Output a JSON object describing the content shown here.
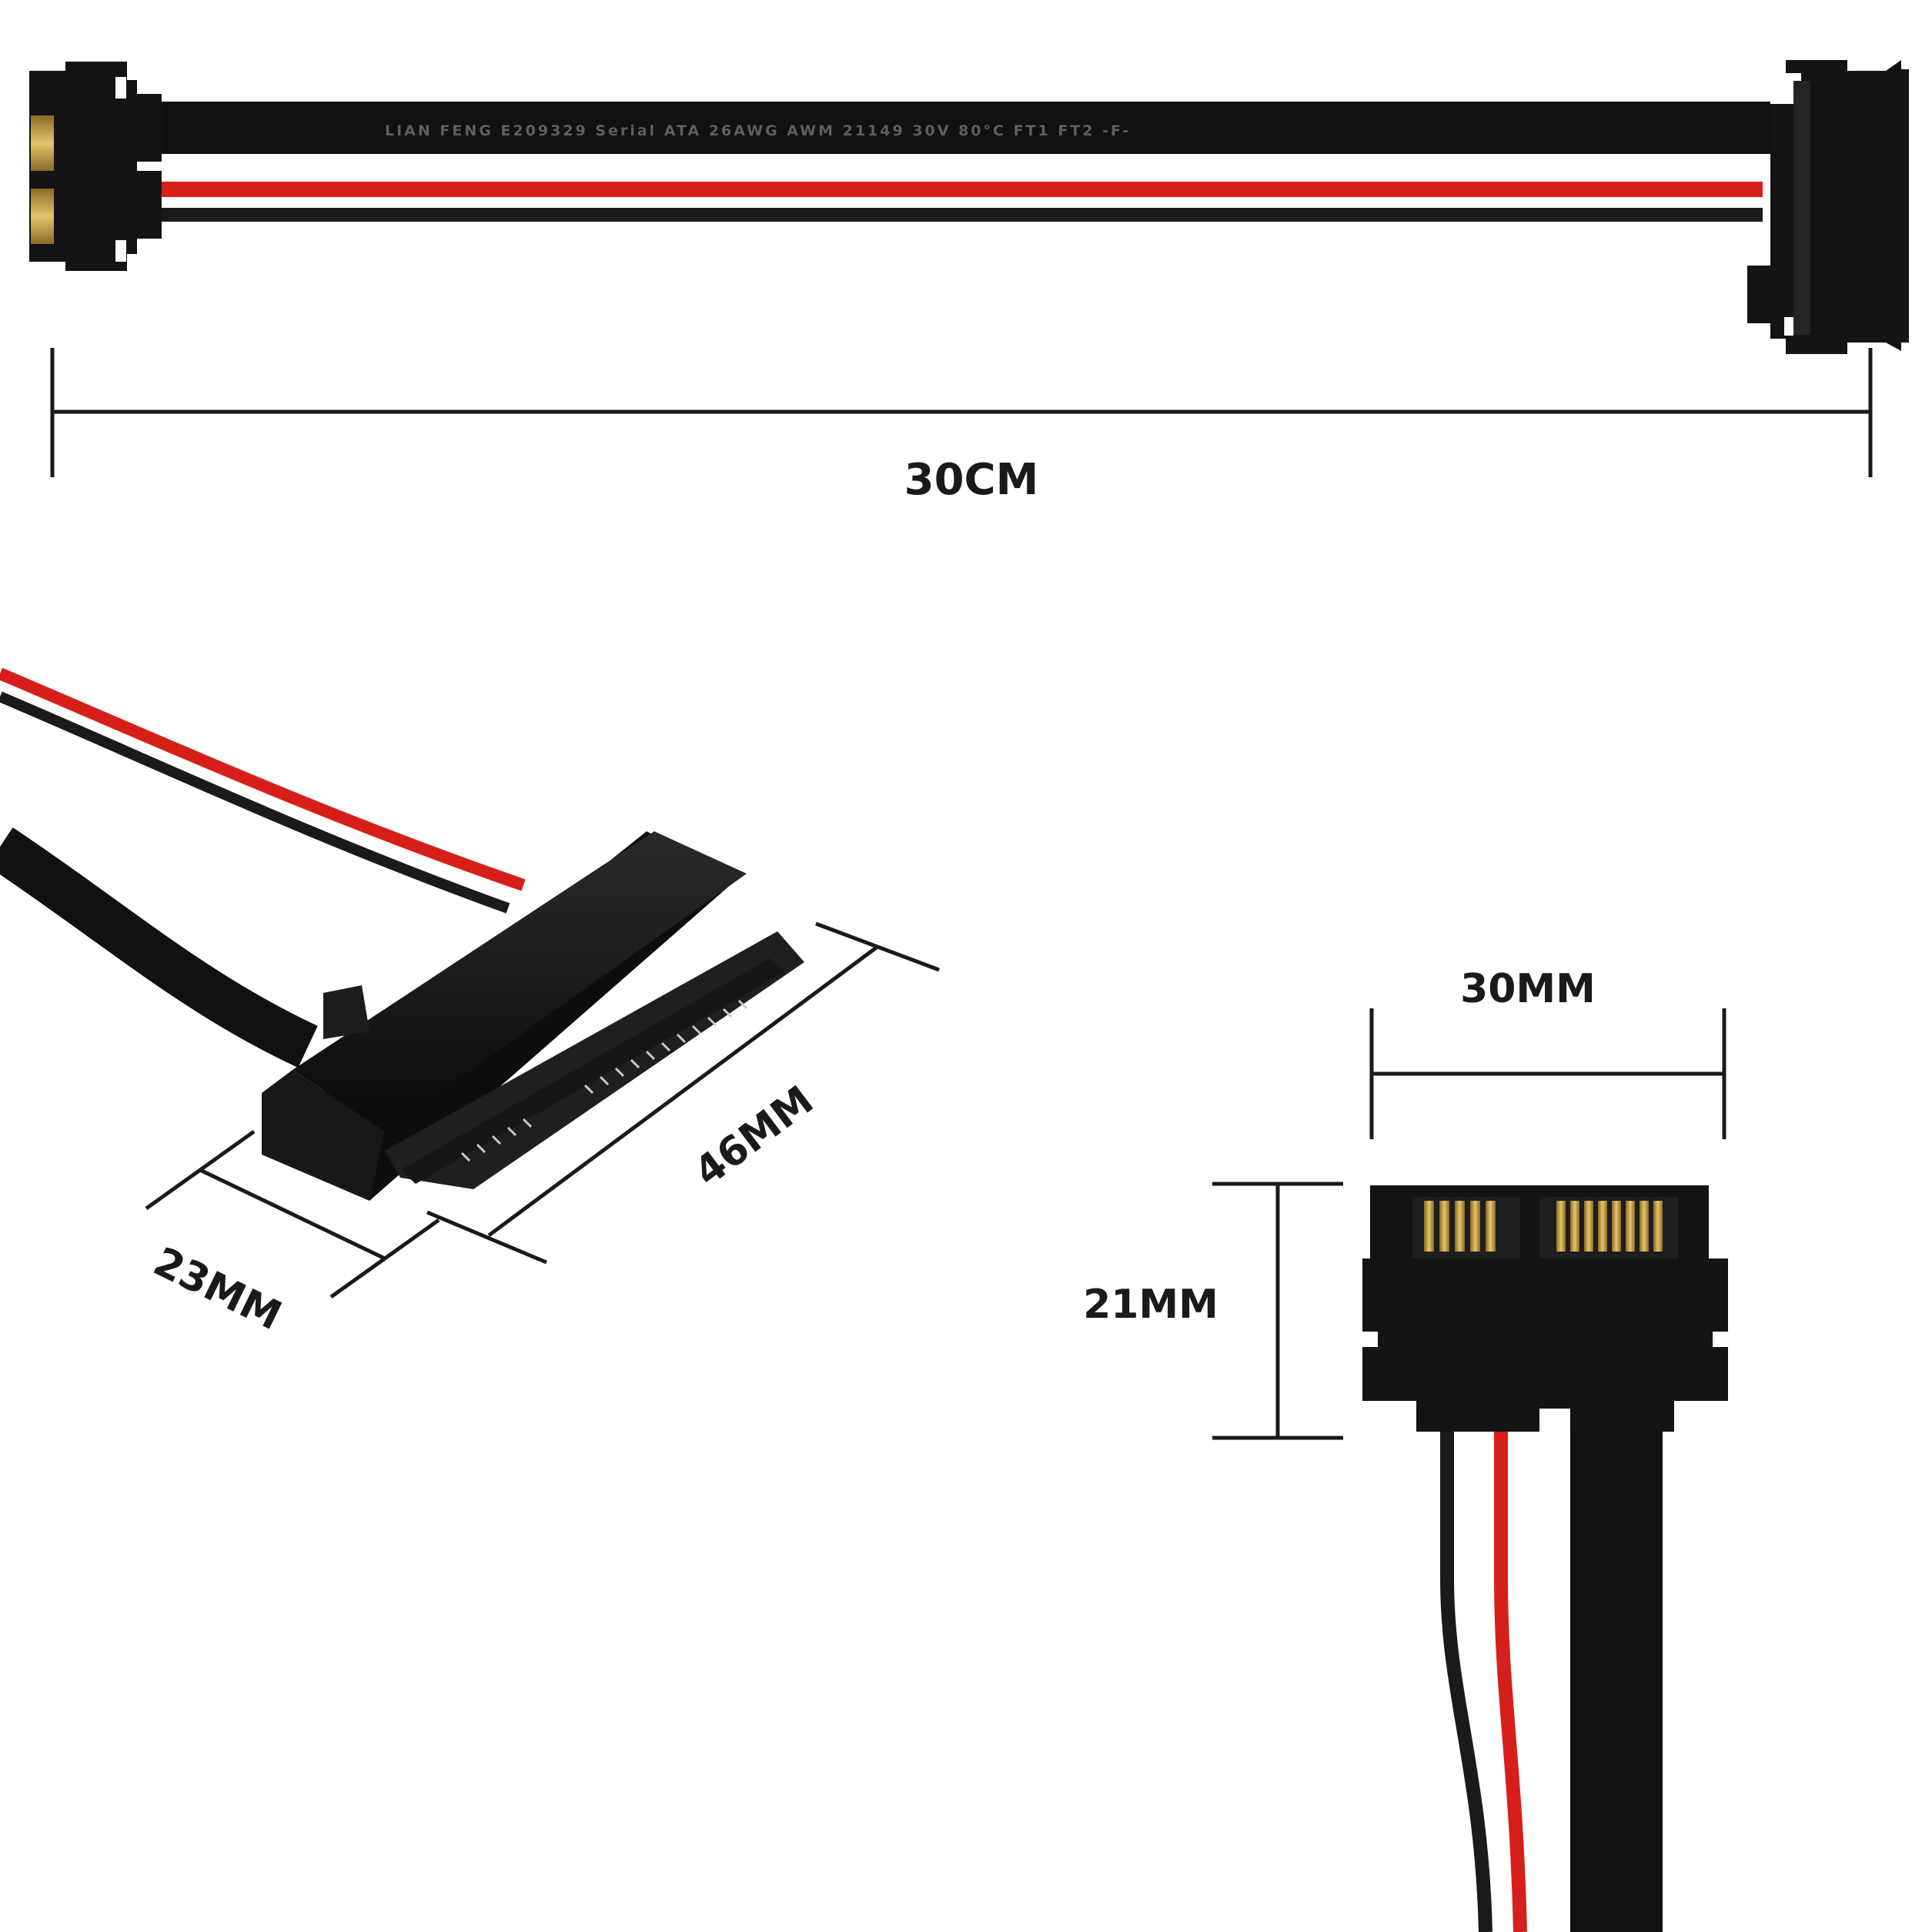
{
  "cable_print": "LIAN FENG E209329 Serial ATA 26AWG AWM 21149 30V 80°C FT1 FT2 -F-",
  "dimensions": {
    "total_length": "30CM",
    "slim_depth": "23MM",
    "slim_width": "46MM",
    "sata_width": "30MM",
    "sata_height": "21MM"
  },
  "colors": {
    "housing": "#141414",
    "data_cable": "#111111",
    "power_red": "#d71f1a",
    "power_black": "#1a1a1a",
    "gold_pins": "#c8a24a"
  },
  "parts": [
    "sata-15pin-connector",
    "slim-sata-connector",
    "flat-data-cable",
    "red-power-wire",
    "black-power-wire"
  ]
}
